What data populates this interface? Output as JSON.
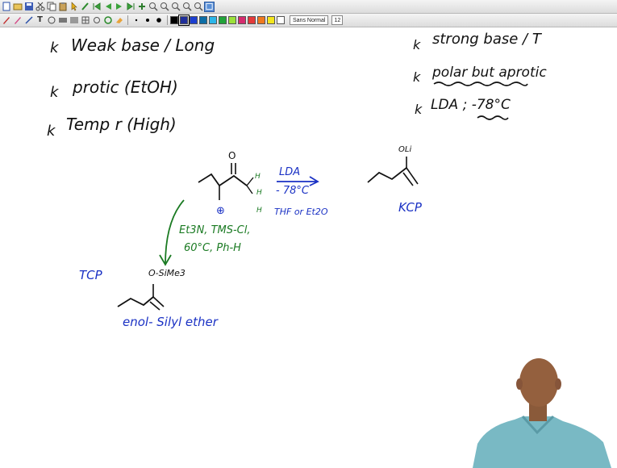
{
  "window": {
    "title": ""
  },
  "toolbar": {
    "row1_icons": [
      "new-file-icon",
      "open-file-icon",
      "save-icon",
      "cut-icon",
      "copy-icon",
      "paste-icon",
      "pointer-icon",
      "lasso-icon",
      "first-page-icon",
      "prev-page-icon",
      "next-page-icon",
      "last-page-icon",
      "add-page-icon",
      "zoom-fit-icon",
      "zoom-in-icon",
      "zoom-out-icon",
      "zoom-width-icon",
      "zoom-page-icon",
      "capture-icon"
    ],
    "row2_icons": [
      "pen-icon",
      "highlighter-icon",
      "line-icon",
      "text-icon",
      "stamp-icon",
      "grid-icon",
      "list-icon",
      "table-icon",
      "hand-icon",
      "rotate-icon",
      "eraser-icon"
    ],
    "dot_sizes": [
      "small-dot-icon",
      "medium-dot-icon",
      "large-dot-icon"
    ],
    "color_swatches": [
      "#000000",
      "#1f2e9a",
      "#1c3fd0",
      "#0d6ea6",
      "#2cb6e8",
      "#22a33a",
      "#9be13a",
      "#d62c6e",
      "#e53a3a",
      "#f07a1f",
      "#f4e61d",
      "#ffffff"
    ],
    "selected_swatch_index": 1,
    "font_name": "Sans Normal",
    "font_size": "12"
  },
  "notes": {
    "left": {
      "line1": "Weak base / Long",
      "line2": "protic (EtOH)",
      "line3": "Temp r (High)"
    },
    "right": {
      "line1": "strong base / T",
      "line2": "polar but aprotic",
      "line3": "LDA ; -78°C"
    },
    "reaction": {
      "ketone_o": "O",
      "h_top": "H",
      "h_mid": "H",
      "h_bottom": "H",
      "charge_mark": "⊕",
      "reagent": "LDA",
      "temperature": "- 78°C",
      "solvent": "THF or Et2O",
      "product_oli": "OLi",
      "kcp": "KCP",
      "green_reagents_1": "Et3N, TMS-Cl,",
      "green_reagents_2": "60°C, Ph-H",
      "tcp": "TCP",
      "silyl_group": "O-SiMe3",
      "silyl_label": "enol- Silyl ether"
    }
  }
}
